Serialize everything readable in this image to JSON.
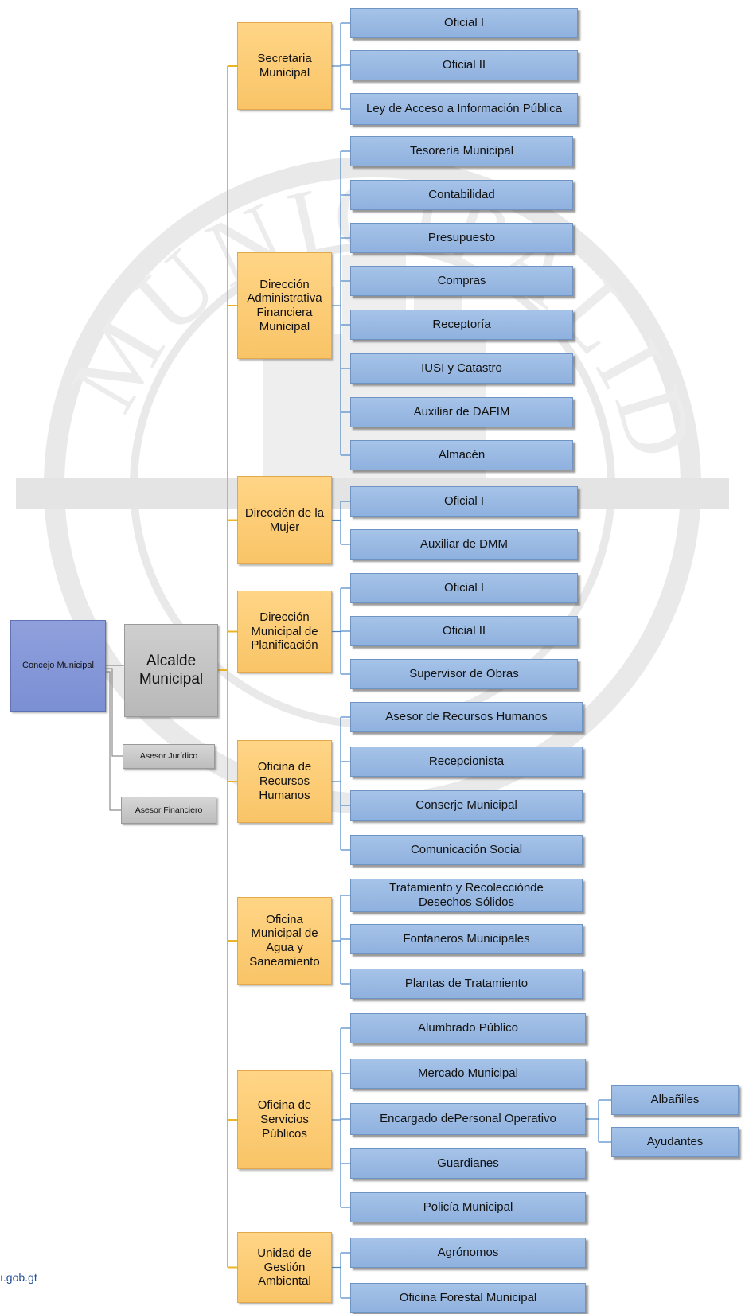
{
  "watermark_text": "MUNICIPALIDAD",
  "footer_text": "ı.gob.gt",
  "colors": {
    "trunk_line": "#e8b52a",
    "branch_line": "#4a86c6",
    "gray_line": "#8c8c8c"
  },
  "org": {
    "concejo": "Concejo Municipal",
    "alcalde": "Alcalde\nMunicipal",
    "asesores": [
      "Asesor Jurídico",
      "Asesor Financiero"
    ],
    "departments": [
      {
        "name": "Secretaria\nMunicipal",
        "units": [
          "Oficial I",
          "Oficial II",
          "Ley de Acceso a Información Pública"
        ]
      },
      {
        "name": "Dirección\nAdministrativa\nFinanciera\nMunicipal",
        "units": [
          "Tesorería Municipal",
          "Contabilidad",
          "Presupuesto",
          "Compras",
          "Receptoría",
          "IUSI y Catastro",
          "Auxiliar de DAFIM",
          "Almacén"
        ]
      },
      {
        "name": "Dirección de la\nMujer",
        "units": [
          "Oficial I",
          "Auxiliar de DMM"
        ]
      },
      {
        "name": "Dirección\nMunicipal de\nPlanificación",
        "units": [
          "Oficial I",
          "Oficial II",
          "Supervisor de Obras"
        ]
      },
      {
        "name": "Oficina de\nRecursos\nHumanos",
        "units": [
          "Asesor de Recursos Humanos",
          "Recepcionista",
          "Conserje Municipal",
          "Comunicación Social"
        ]
      },
      {
        "name": "Oficina\nMunicipal de\nAgua y\nSaneamiento",
        "units": [
          "Tratamiento y Recolecciónde\nDesechos Sólidos",
          "Fontaneros Municipales",
          "Plantas de Tratamiento"
        ]
      },
      {
        "name": "Oficina de\nServicios\nPúblicos",
        "units": [
          "Alumbrado Público",
          "Mercado Municipal",
          "Encargado dePersonal Operativo",
          "Guardianes",
          "Policía Municipal"
        ]
      },
      {
        "name": "Unidad de\nGestión\nAmbiental",
        "units": [
          "Agrónomos",
          "Oficina Forestal Municipal"
        ]
      }
    ],
    "sub_units": [
      "Albañiles",
      "Ayudantes"
    ]
  }
}
